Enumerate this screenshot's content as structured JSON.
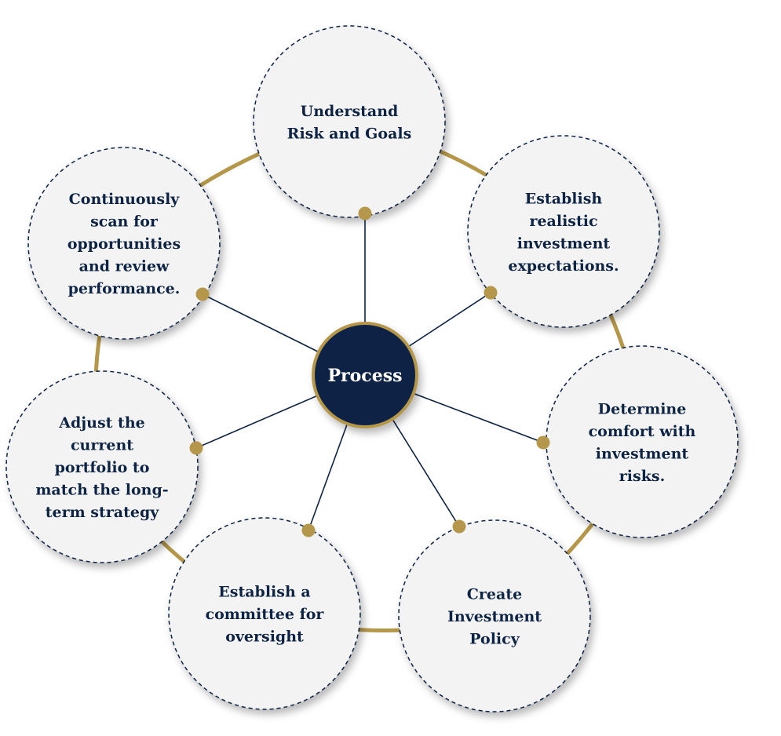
{
  "colors": {
    "navy": "#0d2344",
    "gold": "#b4974b",
    "circle_fill": "#f3f3f3",
    "center_text": "#ffffff"
  },
  "center": {
    "label": "Process"
  },
  "steps": [
    {
      "lines": [
        "Understand",
        "Risk and Goals"
      ]
    },
    {
      "lines": [
        "Establish",
        "realistic",
        "investment",
        "expectations."
      ]
    },
    {
      "lines": [
        "Determine",
        "comfort with",
        "investment",
        "risks."
      ]
    },
    {
      "lines": [
        "Create",
        "Investment",
        "Policy"
      ]
    },
    {
      "lines": [
        "Establish a",
        "committee for",
        "oversight"
      ]
    },
    {
      "lines": [
        "Adjust the",
        "current",
        "portfolio to",
        "match the long-",
        "term strategy"
      ]
    },
    {
      "lines": [
        "Continuously",
        "scan for",
        "opportunities",
        "and review",
        "performance."
      ]
    }
  ]
}
